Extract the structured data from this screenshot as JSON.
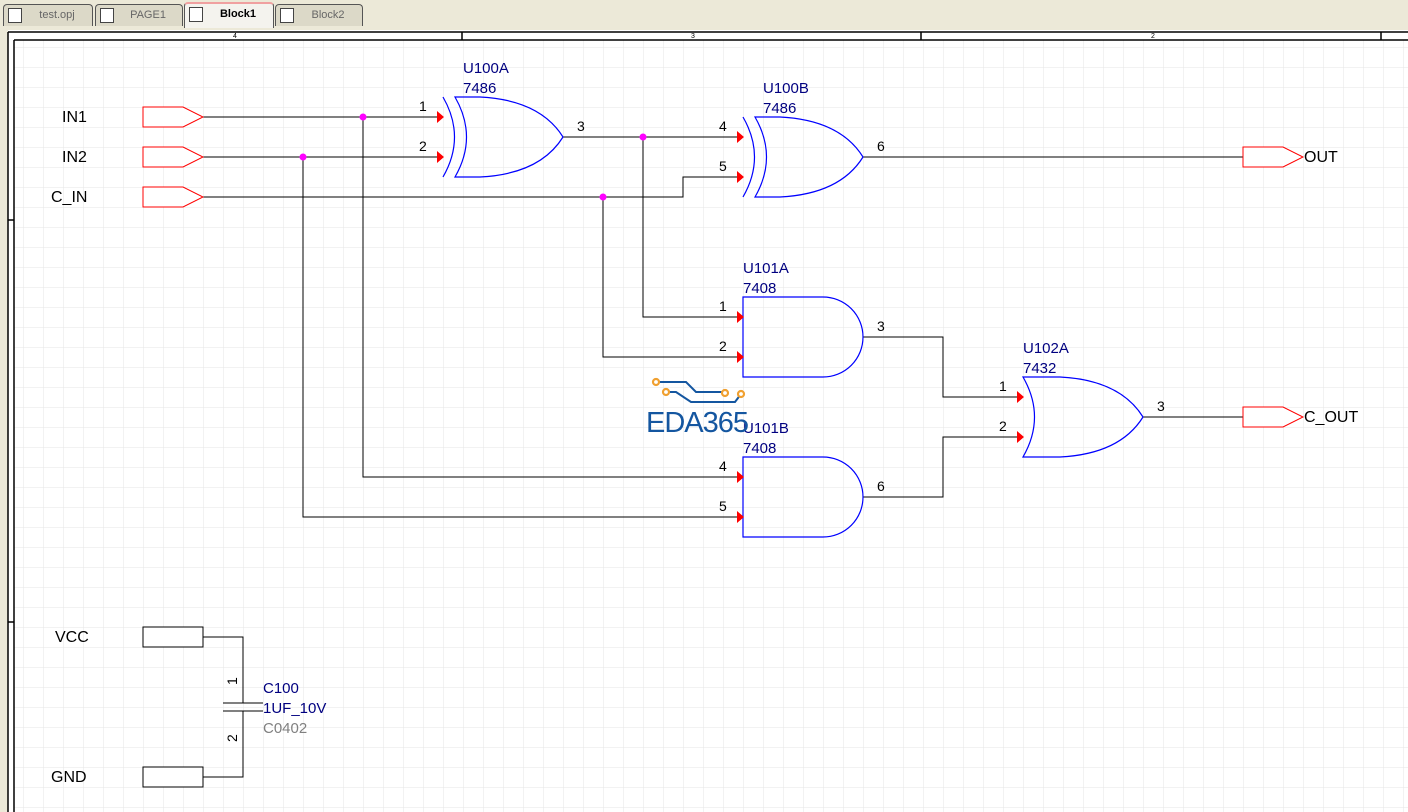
{
  "tabs": [
    {
      "label": "test.opj",
      "icon": "project-icon"
    },
    {
      "label": "PAGE1",
      "icon": "schematic-page-icon"
    },
    {
      "label": "Block1",
      "icon": "schematic-page-icon",
      "active": true
    },
    {
      "label": "Block2",
      "icon": "schematic-page-icon"
    }
  ],
  "ruler": {
    "zones": [
      "4",
      "3",
      "2"
    ]
  },
  "ports": {
    "in1": "IN1",
    "in2": "IN2",
    "c_in": "C_IN",
    "out": "OUT",
    "c_out": "C_OUT",
    "vcc": "VCC",
    "gnd": "GND"
  },
  "parts": {
    "u100a": {
      "ref": "U100A",
      "value": "7486",
      "pins": [
        "1",
        "2",
        "3"
      ]
    },
    "u100b": {
      "ref": "U100B",
      "value": "7486",
      "pins": [
        "4",
        "5",
        "6"
      ]
    },
    "u101a": {
      "ref": "U101A",
      "value": "7408",
      "pins": [
        "1",
        "2",
        "3"
      ]
    },
    "u101b": {
      "ref": "U101B",
      "value": "7408",
      "pins": [
        "4",
        "5",
        "6"
      ]
    },
    "u102a": {
      "ref": "U102A",
      "value": "7432",
      "pins": [
        "1",
        "2",
        "3"
      ]
    },
    "c100": {
      "ref": "C100",
      "value": "1UF_10V",
      "footprint": "C0402",
      "pins": [
        "1",
        "2"
      ]
    }
  },
  "watermark": "EDA365",
  "colors": {
    "wire": "#000000",
    "part": "#0000ff",
    "pin_arrow": "#ff0000",
    "junction": "#ff00ff",
    "label": "#000080",
    "footprint": "#808080",
    "grid": "#e6e6e6"
  }
}
